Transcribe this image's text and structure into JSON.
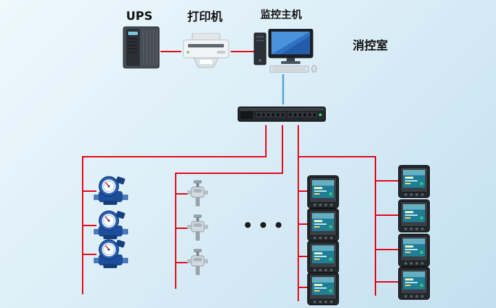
{
  "diagram": {
    "labels": {
      "ups": "UPS",
      "printer": "打印机",
      "host": "监控主机",
      "control_room": "消控室",
      "ellipsis": "•••"
    },
    "colors": {
      "background_top": "#eef8fd",
      "background_bottom": "#c3dff0",
      "link_red": "#e60012",
      "link_blue": "#4da3d8",
      "label_text": "#111111"
    },
    "icons": {
      "ups": "ups-tower-icon",
      "printer": "laser-printer-icon",
      "host": "desktop-computer-icon",
      "collector": "rack-data-collector-icon",
      "water_meter": "water-meter-icon",
      "valve": "valve-sensor-icon",
      "power_meter": "power-meter-icon"
    },
    "counts": {
      "water_meters": 3,
      "valves": 3,
      "power_meter_column_1": 4,
      "power_meter_column_2": 4
    }
  }
}
